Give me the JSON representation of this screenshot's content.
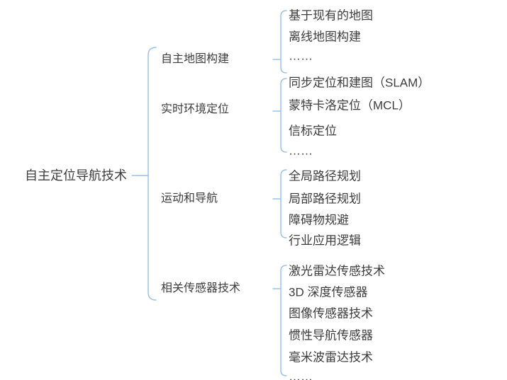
{
  "root": {
    "label": "自主定位导航技术"
  },
  "branches": [
    {
      "label": "自主地图构建",
      "children": [
        "基于现有的地图",
        "离线地图构建",
        "……"
      ]
    },
    {
      "label": "实时环境定位",
      "children": [
        "同步定位和建图（SLAM）",
        "蒙特卡洛定位（MCL）",
        "信标定位",
        "……"
      ]
    },
    {
      "label": "运动和导航",
      "children": [
        "全局路径规划",
        "局部路径规划",
        "障碍物规避",
        "行业应用逻辑"
      ]
    },
    {
      "label": "相关传感器技术",
      "children": [
        "激光雷达传感技术",
        "3D 深度传感器",
        "图像传感器技术",
        "惯性导航传感器",
        "毫米波雷达技术",
        "……"
      ]
    }
  ],
  "colors": {
    "connector": "#9CC3E6",
    "text": "#3D3D3D",
    "background": "#FFFFFF"
  }
}
